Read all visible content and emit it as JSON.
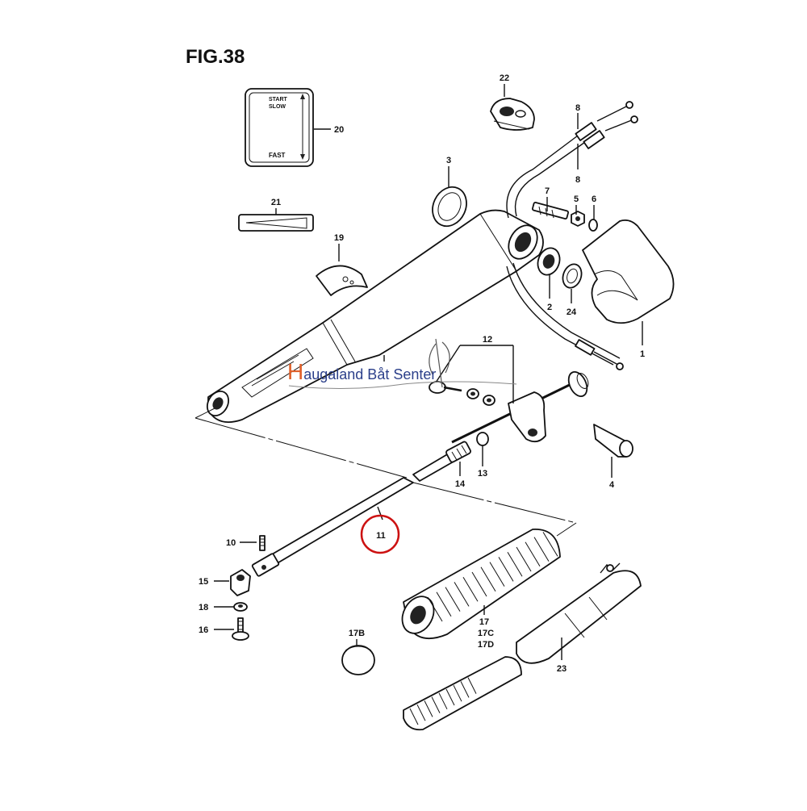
{
  "figure": {
    "title": "FIG.38"
  },
  "plate": {
    "top": "START",
    "mid": "SLOW",
    "bottom": "FAST"
  },
  "watermark": {
    "text": "Haugaland Båt Senter"
  },
  "highlight": {
    "color": "#cc1111",
    "part": "11"
  },
  "colors": {
    "watermark_orange": "#e0602a",
    "watermark_blue": "#2b3f8a"
  },
  "callouts": {
    "c1": "1",
    "c2": "2",
    "c3": "3",
    "c4": "4",
    "c5": "5",
    "c6": "6",
    "c7": "7",
    "c8a": "8",
    "c8b": "8",
    "c10": "10",
    "c11": "11",
    "c12": "12",
    "c13": "13",
    "c14": "14",
    "c15": "15",
    "c16": "16",
    "c17": "17",
    "c17b": "17B",
    "c17c": "17C",
    "c17d": "17D",
    "c18": "18",
    "c19": "19",
    "c20": "20",
    "c21": "21",
    "c22": "22",
    "c23": "23",
    "c24": "24"
  }
}
